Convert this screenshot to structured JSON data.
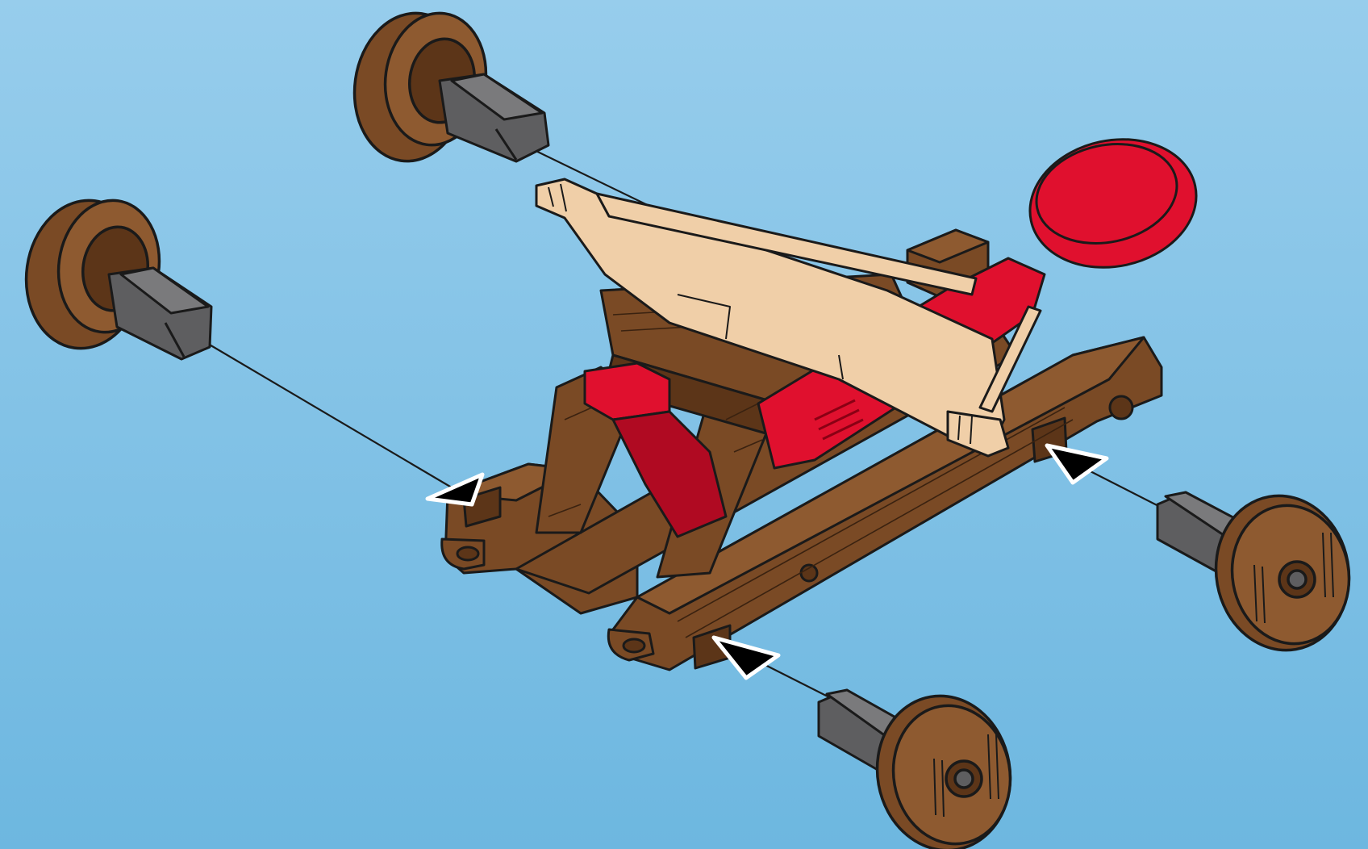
{
  "title": "",
  "colors": {
    "background_top": "#97CDEC",
    "background_bottom": "#6DB7E0",
    "wood": "#7A4A25",
    "wood_light": "#8E5A30",
    "wood_dark": "#5C3518",
    "red": "#E0102E",
    "red_dark": "#B00A22",
    "crossbow": "#F0CFA8",
    "peg": "#5E5E60",
    "peg_light": "#7A7A7C",
    "outline": "#1A1A1A",
    "arrow_fill": "#000000",
    "arrow_edge": "#FFFFFF"
  },
  "parts": {
    "base": "wooden-base",
    "arm": "red-throwing-arm",
    "bow": "crossbow-bar",
    "wheels": [
      "wheel-back-left",
      "wheel-left",
      "wheel-front",
      "wheel-right"
    ],
    "icons": [
      "arrow-icon",
      "arrow-icon",
      "arrow-icon"
    ]
  }
}
